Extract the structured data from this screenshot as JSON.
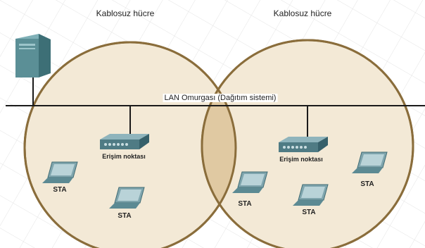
{
  "cells": [
    {
      "title": "Kablosuz hücre"
    },
    {
      "title": "Kablosuz hücre"
    }
  ],
  "backbone": {
    "label": "LAN Omurgası (Dağıtım sistemi)"
  },
  "access_points": [
    {
      "label": "Erişim noktası"
    },
    {
      "label": "Erişim noktası"
    }
  ],
  "stations": [
    {
      "label": "STA"
    },
    {
      "label": "STA"
    },
    {
      "label": "STA"
    },
    {
      "label": "STA"
    },
    {
      "label": "STA"
    }
  ],
  "colors": {
    "cell_fill": "#f3e9d6",
    "cell_stroke": "#8a6d3b",
    "overlap_fill": "#e0c9a2",
    "server": "#5b8f96",
    "device": "#6b8e97",
    "line": "#1a1a1a"
  }
}
